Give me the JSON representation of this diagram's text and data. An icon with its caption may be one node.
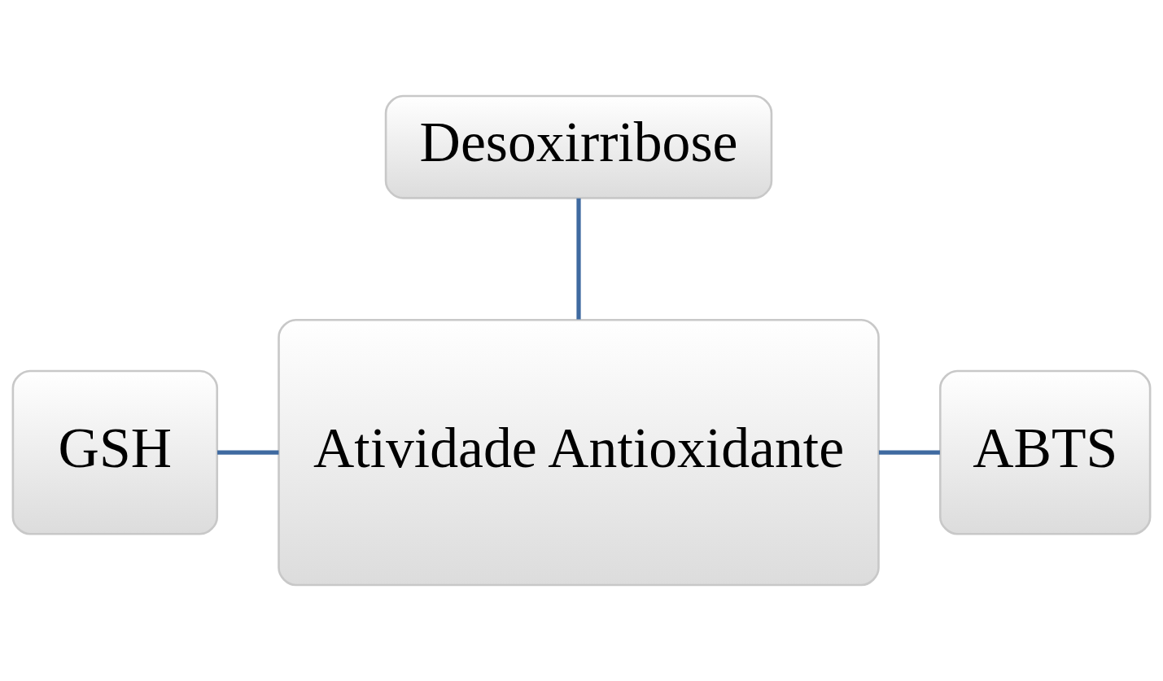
{
  "diagram": {
    "nodes": [
      {
        "text": [
          "Desoxirribose"
        ]
      },
      {
        "text": [
          "Atividade Antioxidante"
        ]
      },
      {
        "text": [
          "GSH"
        ]
      },
      {
        "text": [
          "ABTS"
        ]
      }
    ],
    "edges": [
      {
        "from": 0,
        "to": 1,
        "arrow": "none"
      },
      {
        "from": 2,
        "to": 1,
        "arrow": "none"
      },
      {
        "from": 1,
        "to": 3,
        "arrow": "none"
      }
    ]
  }
}
